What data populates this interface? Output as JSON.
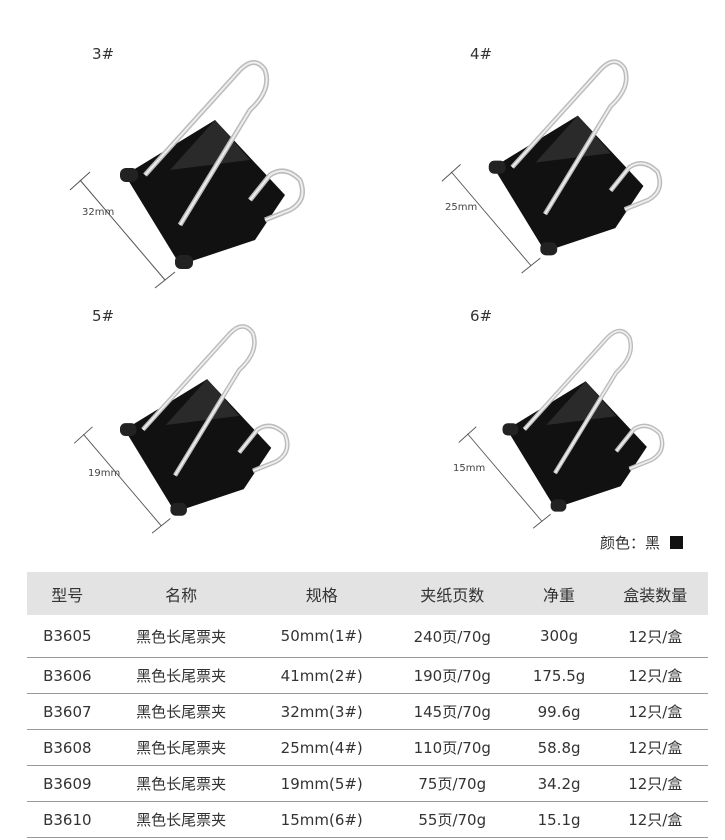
{
  "clips": [
    {
      "size": "3#",
      "dimension": "32mm"
    },
    {
      "size": "4#",
      "dimension": "25mm"
    },
    {
      "size": "5#",
      "dimension": "19mm"
    },
    {
      "size": "6#",
      "dimension": "15mm"
    }
  ],
  "color_label": "颜色：黑",
  "colors": {
    "clip": "#111111",
    "header_bg": "#e3e3e3"
  },
  "table": {
    "headers": [
      "型号",
      "名称",
      "规格",
      "夹纸页数",
      "净重",
      "盒装数量"
    ],
    "rows": [
      [
        "B3605",
        "黑色长尾票夹",
        "50mm(1#)",
        "240页/70g",
        "300g",
        "12只/盒"
      ],
      [
        "B3606",
        "黑色长尾票夹",
        "41mm(2#)",
        "190页/70g",
        "175.5g",
        "12只/盒"
      ],
      [
        "B3607",
        "黑色长尾票夹",
        "32mm(3#)",
        "145页/70g",
        "99.6g",
        "12只/盒"
      ],
      [
        "B3608",
        "黑色长尾票夹",
        "25mm(4#)",
        "110页/70g",
        "58.8g",
        "12只/盒"
      ],
      [
        "B3609",
        "黑色长尾票夹",
        "19mm(5#)",
        "75页/70g",
        "34.2g",
        "12只/盒"
      ],
      [
        "B3610",
        "黑色长尾票夹",
        "15mm(6#)",
        "55页/70g",
        "15.1g",
        "12只/盒"
      ]
    ]
  }
}
